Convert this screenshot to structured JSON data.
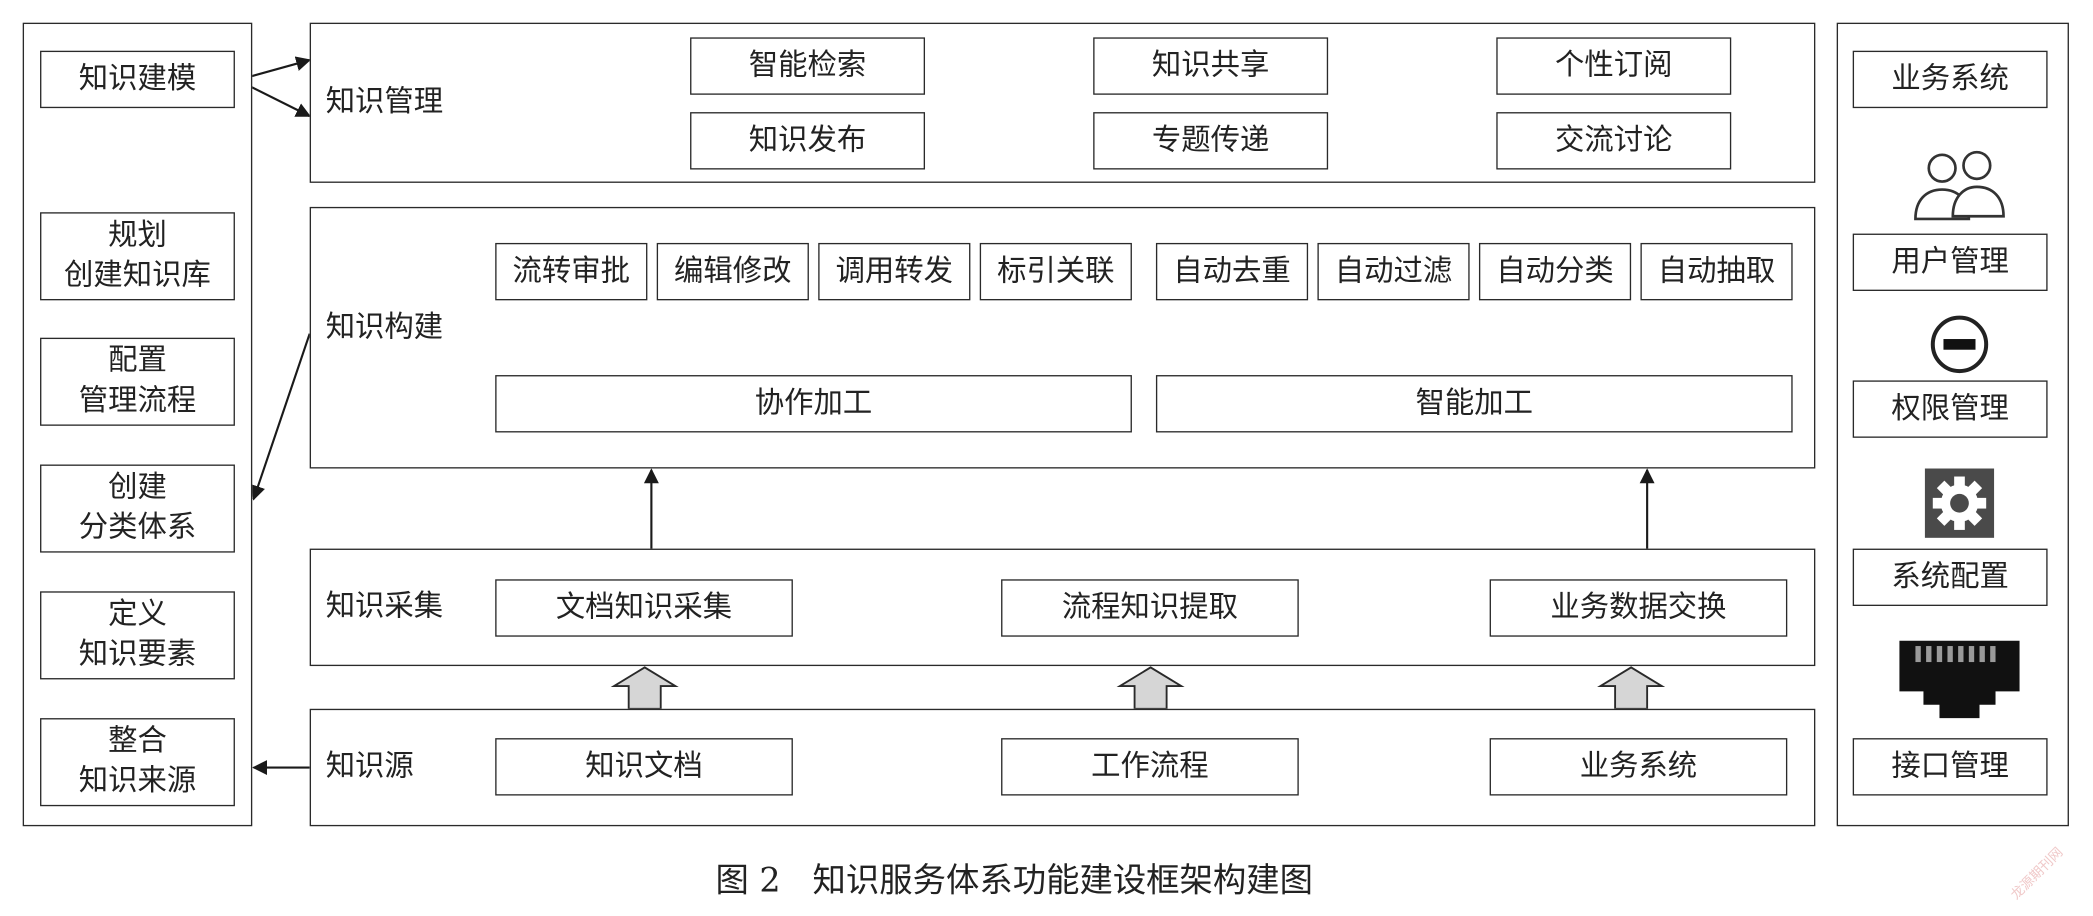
{
  "caption": "图 2   知识服务体系功能建设框架构建图",
  "watermark": "龙源期刊网",
  "left_column": [
    {
      "lines": [
        "知识建模"
      ]
    },
    {
      "lines": [
        "规划",
        "创建知识库"
      ]
    },
    {
      "lines": [
        "配置",
        "管理流程"
      ]
    },
    {
      "lines": [
        "创建",
        "分类体系"
      ]
    },
    {
      "lines": [
        "定义",
        "知识要素"
      ]
    },
    {
      "lines": [
        "整合",
        "知识来源"
      ]
    }
  ],
  "right_column": {
    "items": [
      "业务系统",
      "用户管理",
      "权限管理",
      "系统配置",
      "接口管理"
    ],
    "icons": [
      "users-icon",
      "minus-circle-icon",
      "gear-icon",
      "network-port-icon"
    ]
  },
  "layers": {
    "management": {
      "label": "知识管理",
      "items": [
        "智能检索",
        "知识共享",
        "个性订阅",
        "知识发布",
        "专题传递",
        "交流讨论"
      ]
    },
    "construction": {
      "label": "知识构建",
      "collab": {
        "label": "协作加工",
        "items": [
          "流转审批",
          "编辑修改",
          "调用转发",
          "标引关联"
        ]
      },
      "smart": {
        "label": "智能加工",
        "items": [
          "自动去重",
          "自动过滤",
          "自动分类",
          "自动抽取"
        ]
      }
    },
    "collection": {
      "label": "知识采集",
      "items": [
        "文档知识采集",
        "流程知识提取",
        "业务数据交换"
      ]
    },
    "source": {
      "label": "知识源",
      "items": [
        "知识文档",
        "工作流程",
        "业务系统"
      ]
    }
  },
  "colors": {
    "line": "#2a2a2a",
    "fat_arrow_fill": "#d6d6d6",
    "icon_gray": "#4a4a4a"
  }
}
